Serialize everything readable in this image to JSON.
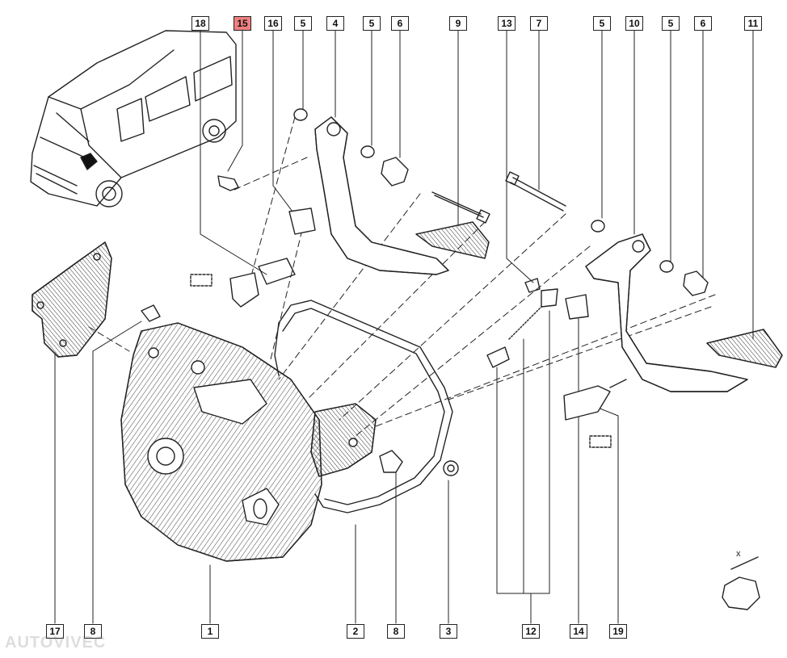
{
  "highlight_color": "#f08080",
  "labels_top": [
    "18",
    "15",
    "16",
    "5",
    "4",
    "5",
    "6",
    "9",
    "13",
    "7",
    "5",
    "10",
    "5",
    "6",
    "11"
  ],
  "labels_bottom": [
    "17",
    "8",
    "1",
    "2",
    "8",
    "3",
    "12",
    "14",
    "19"
  ],
  "highlighted_label": "15",
  "axis_letter": "x",
  "watermark": "AUTOVIVEC"
}
